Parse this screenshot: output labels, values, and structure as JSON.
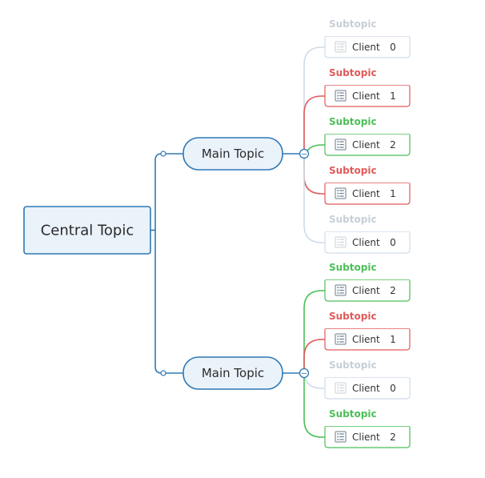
{
  "colors": {
    "blue": "#2f78b5",
    "node_fill": "#eaf2fa",
    "red": "#e05a5a",
    "green": "#4cbf58",
    "faded": "#cfdcea",
    "faded_text": "#c7cfd8"
  },
  "central": {
    "label": "Central Topic"
  },
  "collapse_symbol": "−",
  "mains": [
    {
      "label": "Main Topic",
      "subtopics": [
        {
          "label": "Subtopic",
          "leaf_label": "Client",
          "count": "0",
          "status": "faded",
          "icon": "task-list-icon"
        },
        {
          "label": "Subtopic",
          "leaf_label": "Client",
          "count": "1",
          "status": "red",
          "icon": "task-list-icon"
        },
        {
          "label": "Subtopic",
          "leaf_label": "Client",
          "count": "2",
          "status": "green",
          "icon": "task-list-icon"
        },
        {
          "label": "Subtopic",
          "leaf_label": "Client",
          "count": "1",
          "status": "red",
          "icon": "task-list-icon"
        },
        {
          "label": "Subtopic",
          "leaf_label": "Client",
          "count": "0",
          "status": "faded",
          "icon": "task-list-icon"
        }
      ]
    },
    {
      "label": "Main Topic",
      "subtopics": [
        {
          "label": "Subtopic",
          "leaf_label": "Client",
          "count": "2",
          "status": "green",
          "icon": "task-list-icon"
        },
        {
          "label": "Subtopic",
          "leaf_label": "Client",
          "count": "1",
          "status": "red",
          "icon": "task-list-icon"
        },
        {
          "label": "Subtopic",
          "leaf_label": "Client",
          "count": "0",
          "status": "faded",
          "icon": "task-list-icon"
        },
        {
          "label": "Subtopic",
          "leaf_label": "Client",
          "count": "2",
          "status": "green",
          "icon": "task-list-icon"
        }
      ]
    }
  ]
}
